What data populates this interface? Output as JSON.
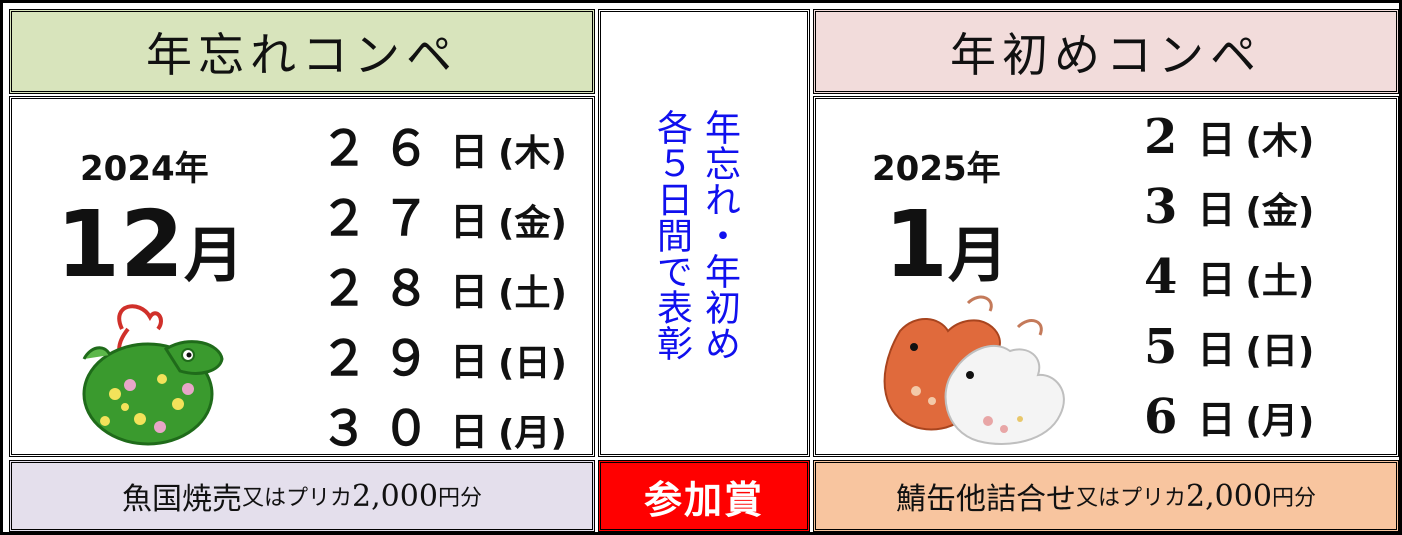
{
  "left": {
    "title": "年忘れコンペ",
    "year": "2024年",
    "month_num": "12",
    "month_unit": "月",
    "days": [
      {
        "num": "２６",
        "unit": "日",
        "dow": "(木)"
      },
      {
        "num": "２７",
        "unit": "日",
        "dow": "(金)"
      },
      {
        "num": "２８",
        "unit": "日",
        "dow": "(土)"
      },
      {
        "num": "２９",
        "unit": "日",
        "dow": "(日)"
      },
      {
        "num": "３０",
        "unit": "日",
        "dow": "(月)"
      }
    ],
    "prize_main": "魚国焼売",
    "prize_sub": "又はプリカ",
    "prize_amount": "2,000",
    "prize_unit": "円分"
  },
  "center": {
    "col_right": "年忘れ・年初め",
    "col_left": "各５日間で表彰",
    "award": "参加賞"
  },
  "right": {
    "title": "年初めコンペ",
    "year": "2025年",
    "month_num": "1",
    "month_unit": "月",
    "days": [
      {
        "num": "2",
        "unit": "日",
        "dow": "(木)"
      },
      {
        "num": "3",
        "unit": "日",
        "dow": "(金)"
      },
      {
        "num": "4",
        "unit": "日",
        "dow": "(土)"
      },
      {
        "num": "5",
        "unit": "日",
        "dow": "(日)"
      },
      {
        "num": "6",
        "unit": "日",
        "dow": "(月)"
      }
    ],
    "prize_main": "鯖缶他詰合せ",
    "prize_sub": "又はプリカ",
    "prize_amount": "2,000",
    "prize_unit": "円分"
  },
  "colors": {
    "left_header_bg": "#d8e4bc",
    "right_header_bg": "#f2dcdb",
    "left_prize_bg": "#e4dfec",
    "right_prize_bg": "#f8c59f",
    "award_bg": "#ff0000",
    "center_text": "#1010ee"
  },
  "icons": {
    "left_illustration": "green-dragon-bell-icon",
    "right_illustration": "snake-bells-icon"
  }
}
